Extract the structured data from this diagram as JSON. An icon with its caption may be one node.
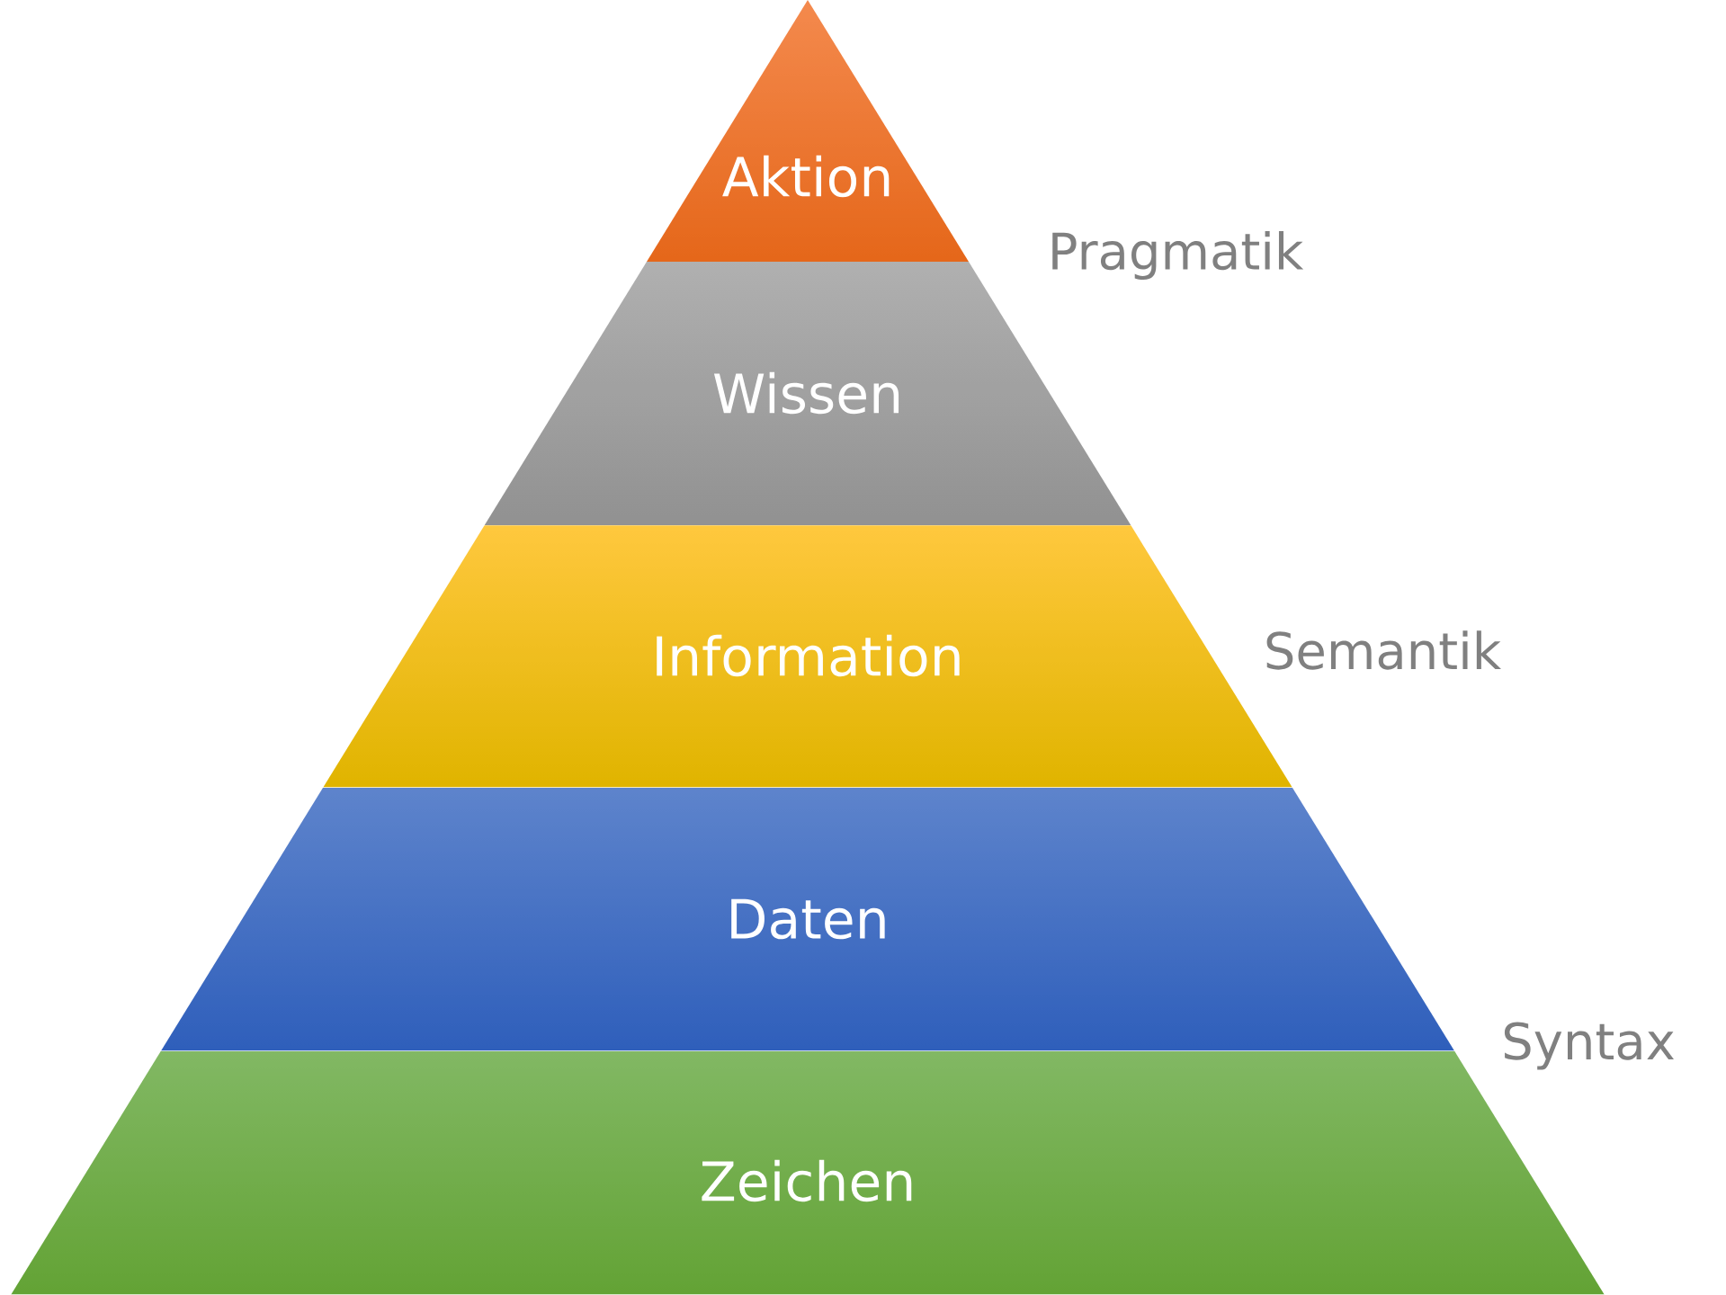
{
  "diagram": {
    "nodes": [
      {
        "text": [
          "Aktion"
        ]
      },
      {
        "text": [
          "Wissen"
        ]
      },
      {
        "text": [
          "Information"
        ]
      },
      {
        "text": [
          "Daten"
        ]
      },
      {
        "text": [
          "Zeichen"
        ]
      }
    ],
    "labels": [
      "Pragmatik",
      "Semantik",
      "Syntax"
    ]
  }
}
